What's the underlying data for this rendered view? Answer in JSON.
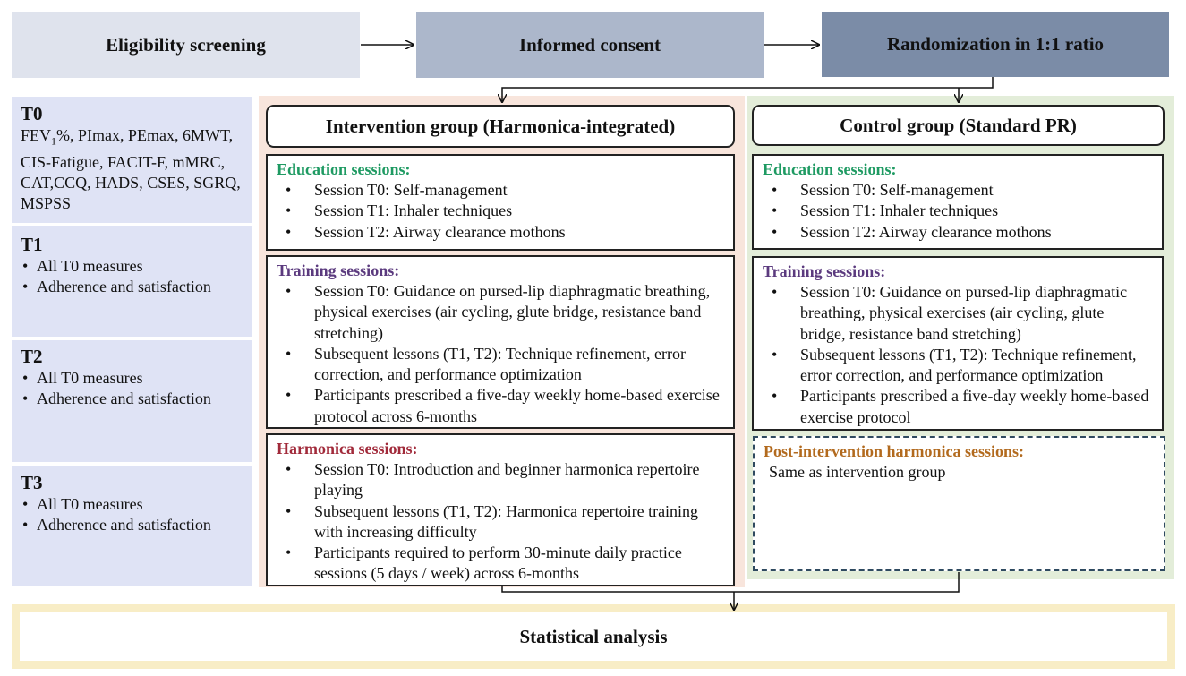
{
  "top_flow": {
    "eligibility": "Eligibility screening",
    "consent": "Informed consent",
    "randomization": "Randomization in 1:1 ratio"
  },
  "timepoints": {
    "t0": {
      "label": "T0",
      "measures_pre": "FEV",
      "measures_sub": "1",
      "measures_post": "%, PImax, PEmax, 6MWT, CIS-Fatigue, FACIT-F, mMRC, CAT,CCQ, HADS, CSES, SGRQ, MSPSS"
    },
    "t1": {
      "label": "T1",
      "items": [
        "All T0 measures",
        "Adherence and satisfaction"
      ]
    },
    "t2": {
      "label": "T2",
      "items": [
        "All T0 measures",
        "Adherence and satisfaction"
      ]
    },
    "t3": {
      "label": "T3",
      "items": [
        "All T0 measures",
        "Adherence and satisfaction"
      ]
    }
  },
  "intervention": {
    "header": "Intervention group (Harmonica-integrated)",
    "education": {
      "title": "Education sessions:",
      "items": [
        "Session T0: Self-management",
        "Session T1: Inhaler techniques",
        "Session T2: Airway clearance mothons"
      ]
    },
    "training": {
      "title": "Training sessions:",
      "items": [
        "Session T0: Guidance on pursed-lip diaphragmatic breathing, physical exercises (air cycling, glute bridge, resistance band stretching)",
        "Subsequent lessons (T1, T2): Technique refinement, error correction, and performance optimization",
        "Participants prescribed a five-day weekly home-based exercise protocol across 6-months"
      ]
    },
    "harmonica": {
      "title": "Harmonica sessions:",
      "items": [
        "Session T0: Introduction and beginner harmonica repertoire playing",
        "Subsequent lessons (T1, T2): Harmonica repertoire training with increasing difficulty",
        "Participants required to perform 30-minute daily practice sessions (5 days / week) across 6-months"
      ]
    }
  },
  "control": {
    "header": "Control group (Standard PR)",
    "education": {
      "title": "Education sessions:",
      "items": [
        "Session T0: Self-management",
        "Session T1: Inhaler techniques",
        "Session T2: Airway clearance mothons"
      ]
    },
    "training": {
      "title": "Training sessions:",
      "items": [
        "Session T0: Guidance on pursed-lip diaphragmatic breathing, physical exercises (air cycling, glute bridge, resistance band stretching)",
        "Subsequent lessons (T1, T2): Technique refinement, error correction, and performance optimization",
        "Participants prescribed a five-day weekly home-based exercise protocol"
      ]
    },
    "post": {
      "title": "Post-intervention harmonica sessions:",
      "text": "Same as intervention group"
    }
  },
  "final": {
    "label": "Statistical analysis"
  },
  "colors": {
    "eligibility_bg": "#dfe3ed",
    "consent_bg": "#acb7cb",
    "randomization_bg": "#7b8ca7",
    "timebox_bg": "#dfe3f5",
    "intervention_panel": "#f8e5dc",
    "control_panel": "#e3edd9",
    "final_border": "#f8edc6",
    "education_title": "#1e9a62",
    "training_title": "#5b3a7e",
    "harmonica_title": "#a12a3a",
    "post_title": "#b26a1e"
  }
}
